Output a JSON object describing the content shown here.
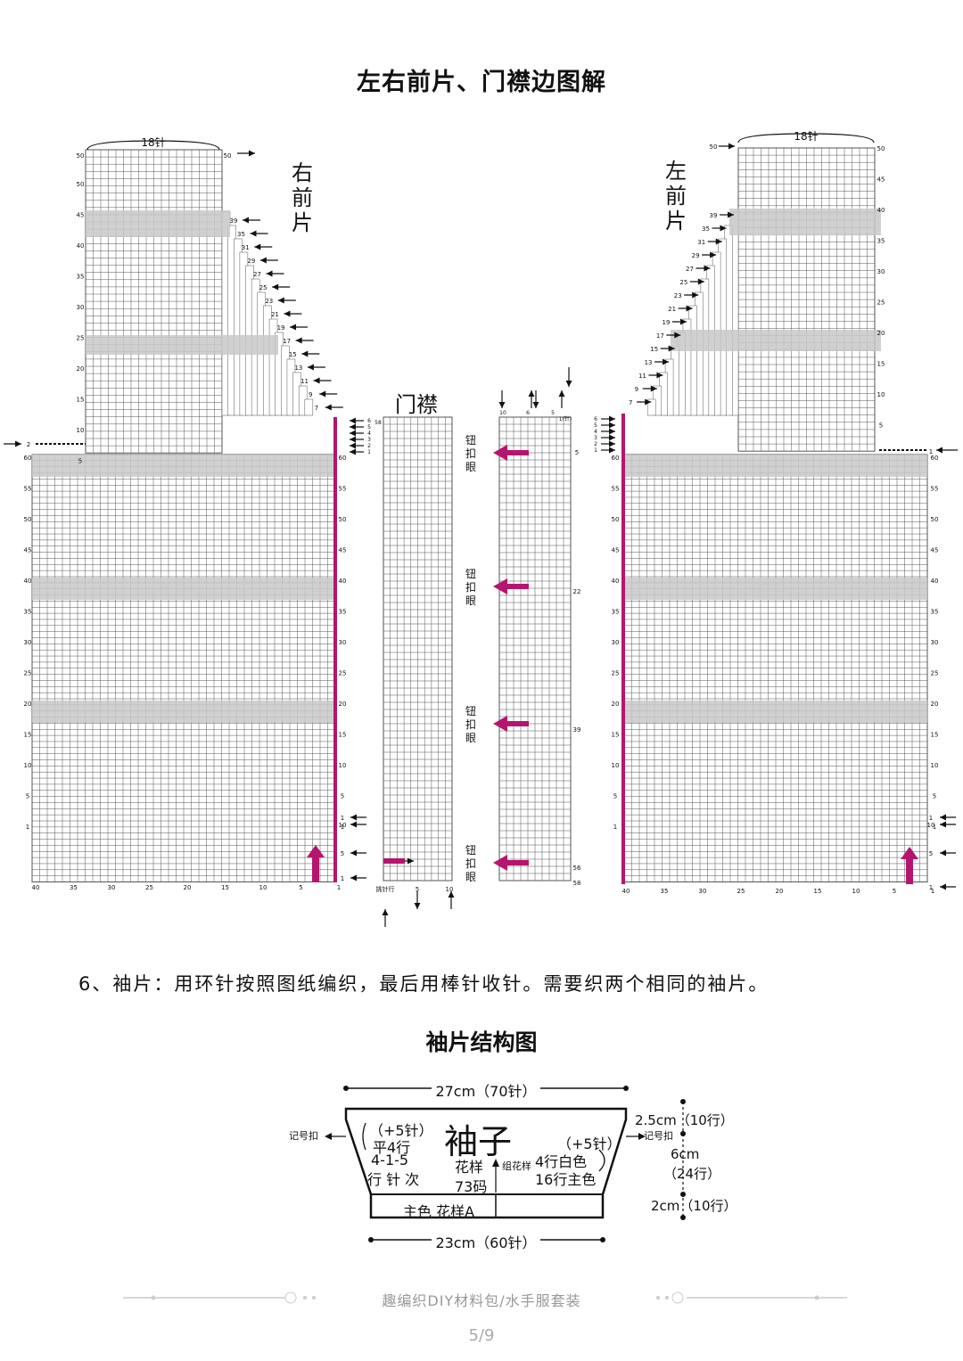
{
  "title": "左右前片、门襟边图解",
  "right_front": {
    "label": "右前片",
    "top_width": "18针",
    "top_row_label": "50",
    "side_rows": [
      "39",
      "35",
      "31",
      "29",
      "27",
      "25",
      "23",
      "21",
      "19",
      "17",
      "15",
      "13",
      "11",
      "9",
      "7"
    ],
    "left_marker": "2",
    "small_rows": [
      "6",
      "5",
      "4",
      "3",
      "2",
      "1"
    ],
    "top_axis": [
      "50",
      "45",
      "40",
      "35",
      "30",
      "25",
      "20",
      "15",
      "10",
      "5"
    ],
    "body_axis": [
      "60",
      "55",
      "50",
      "45",
      "40",
      "35",
      "30",
      "25",
      "20",
      "15",
      "10",
      "5",
      "1"
    ],
    "right_axis": [
      "60",
      "55",
      "50",
      "45",
      "40",
      "35",
      "30",
      "25",
      "20",
      "15",
      "10",
      "5",
      "1"
    ],
    "mark_rows": [
      "1",
      "10",
      "5",
      "1"
    ],
    "bottom_axis": [
      "40",
      "35",
      "30",
      "25",
      "20",
      "15",
      "10",
      "5",
      "1"
    ]
  },
  "left_front": {
    "label": "左前片",
    "top_width": "18针",
    "top_row_label": "50",
    "side_rows": [
      "39",
      "35",
      "31",
      "29",
      "27",
      "25",
      "23",
      "21",
      "19",
      "17",
      "15",
      "13",
      "11",
      "9",
      "7"
    ],
    "right_marker": "1",
    "small_rows": [
      "6",
      "5",
      "4",
      "3",
      "2",
      "1"
    ],
    "bottom_axis": [
      "40",
      "35",
      "30",
      "25",
      "20",
      "15",
      "10",
      "5",
      "1"
    ]
  },
  "placket": {
    "label": "门襟",
    "top_num": "58",
    "pick_label": "挑针行",
    "bottom_axis": [
      "挑针行",
      "5",
      "10"
    ],
    "right_top": "1(针)",
    "right_axis_top": [
      "10",
      "6",
      "5"
    ],
    "right_nums": [
      "5",
      "22",
      "39",
      "56",
      "58"
    ],
    "buttonhole_label": "钮扣眼"
  },
  "step6": "6、袖片：用环针按照图纸编织，最后用棒针收针。需要织两个相同的袖片。",
  "sleeve": {
    "title": "袖片结构图",
    "top_width": "27cm（70针）",
    "bottom_width": "23cm（60针）",
    "center": "袖子",
    "pattern": "花样",
    "pattern_code": "73码",
    "group_pattern": "组花样",
    "marker_left": "记号扣",
    "marker_right": "记号扣",
    "left_inc": "（+5针）",
    "left_rows": "平4行",
    "left_formula": "4-1-5",
    "left_formula2": "行 针 次",
    "right_inc": "（+5针）",
    "right_white": "4行白色",
    "right_main": "16行主色",
    "bottom_band": "主色  花样A",
    "dim1": "2.5cm（10行）",
    "dim2": "6cm",
    "dim2b": "（24行）",
    "dim3": "2cm（10行）"
  },
  "footer": "趣编织DIY材料包/水手服套装",
  "page": "5/9",
  "colors": {
    "accent": "#b5156e",
    "band": "#c8c8c8",
    "grid": "#555555"
  }
}
